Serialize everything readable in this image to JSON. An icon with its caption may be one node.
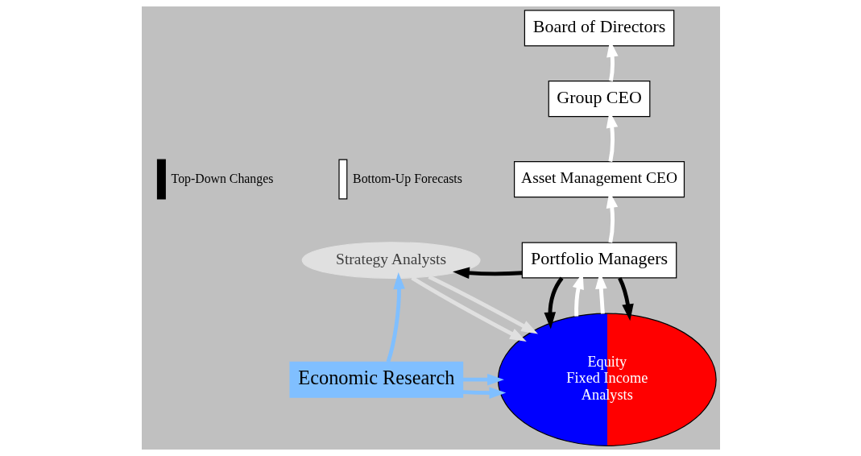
{
  "diagram": {
    "nodes": [
      {
        "text": [
          "Board of Directors"
        ]
      },
      {
        "text": [
          "Group CEO"
        ]
      },
      {
        "text": [
          "Asset Management CEO"
        ]
      },
      {
        "text": [
          "Portfolio Managers"
        ]
      },
      {
        "text": [
          "Strategy Analysts"
        ]
      },
      {
        "text": [
          "Equity",
          "Fixed Income",
          "Analysts"
        ]
      },
      {
        "text": [
          "Economic Research"
        ]
      }
    ],
    "edges": [
      {
        "from": 3,
        "to": 2,
        "arrow": "to",
        "color": "#ffffff"
      },
      {
        "from": 2,
        "to": 1,
        "arrow": "to",
        "color": "#ffffff"
      },
      {
        "from": 1,
        "to": 0,
        "arrow": "to",
        "color": "#ffffff"
      },
      {
        "from": 3,
        "to": 4,
        "arrow": "to",
        "color": "#000000"
      },
      {
        "from": 4,
        "to": 5,
        "arrow": "to",
        "color": "#e0e0e0"
      },
      {
        "from": 4,
        "to": 5,
        "arrow": "to",
        "color": "#e0e0e0"
      },
      {
        "from": 5,
        "to": 3,
        "arrow": "to",
        "color": "#ffffff"
      },
      {
        "from": 3,
        "to": 5,
        "arrow": "to",
        "color": "#000000"
      },
      {
        "from": 5,
        "to": 3,
        "arrow": "to",
        "color": "#ffffff"
      },
      {
        "from": 3,
        "to": 5,
        "arrow": "to",
        "color": "#000000"
      },
      {
        "from": 6,
        "to": 4,
        "arrow": "to",
        "color": "#80bfff"
      },
      {
        "from": 6,
        "to": 5,
        "arrow": "to",
        "color": "#80bfff"
      },
      {
        "from": 6,
        "to": 5,
        "arrow": "to",
        "color": "#80bfff"
      }
    ],
    "legend": [
      {
        "text": "Top-Down Changes"
      },
      {
        "text": "Bottom-Up Forecasts"
      }
    ]
  }
}
